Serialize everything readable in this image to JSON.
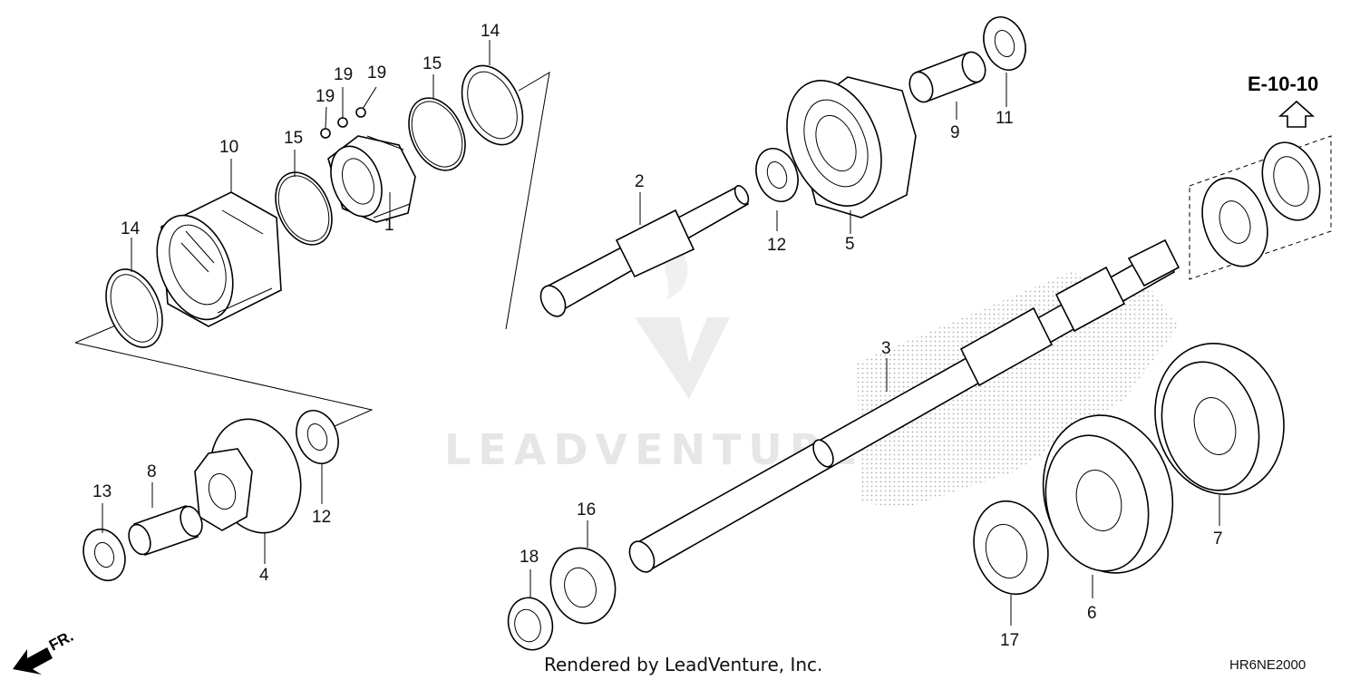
{
  "diagram": {
    "watermark": "LEADVENTURE",
    "reference": "E-10-10",
    "footer": "Rendered by LeadVenture, Inc.",
    "code": "HR6NE2000",
    "direction": "FR.",
    "labels": {
      "p1": "1",
      "p2": "2",
      "p3": "3",
      "p4": "4",
      "p5": "5",
      "p6": "6",
      "p7": "7",
      "p8": "8",
      "p9": "9",
      "p10": "10",
      "p11": "11",
      "p12a": "12",
      "p12b": "12",
      "p13": "13",
      "p14a": "14",
      "p14b": "14",
      "p15a": "15",
      "p15b": "15",
      "p16": "16",
      "p17": "17",
      "p18": "18",
      "p19a": "19",
      "p19b": "19",
      "p19c": "19"
    }
  }
}
